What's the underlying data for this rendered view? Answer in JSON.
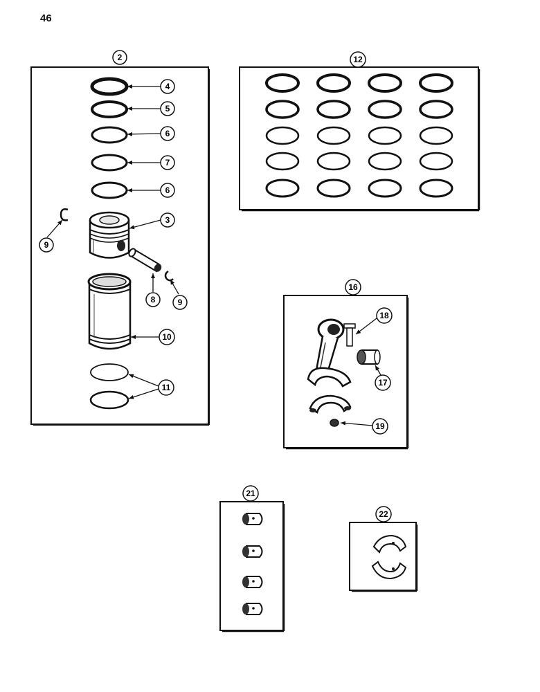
{
  "page": {
    "number": "46"
  },
  "callouts": {
    "c2": "2",
    "c4": "4",
    "c5": "5",
    "c6a": "6",
    "c7": "7",
    "c6b": "6",
    "c3": "3",
    "c9a": "9",
    "c8": "8",
    "c9b": "9",
    "c10": "10",
    "c11": "11",
    "c12": "12",
    "c16": "16",
    "c18": "18",
    "c17": "17",
    "c19": "19",
    "c21": "21",
    "c22": "22"
  }
}
